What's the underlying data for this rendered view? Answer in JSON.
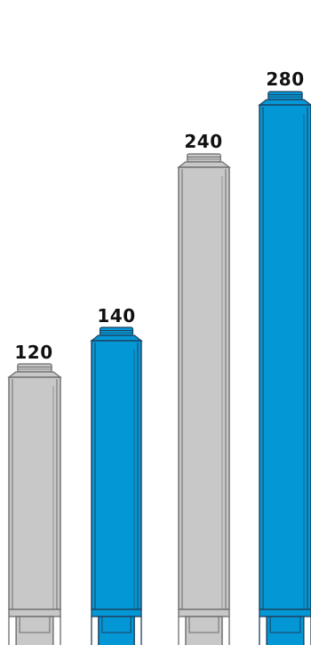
{
  "posts": [
    {
      "label": "120",
      "color": "#c8c8c8",
      "edge": "#6b6b6b"
    },
    {
      "label": "140",
      "color": "#0497d6",
      "edge": "#1f3f5c"
    },
    {
      "label": "240",
      "color": "#c8c8c8",
      "edge": "#6b6b6b"
    },
    {
      "label": "280",
      "color": "#0497d6",
      "edge": "#1f3f5c"
    }
  ]
}
